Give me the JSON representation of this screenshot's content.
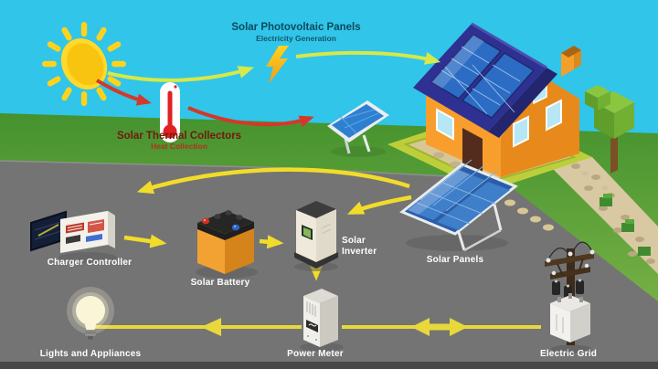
{
  "diagram": {
    "pv": {
      "title": "Solar Photovoltaic Panels",
      "subtitle": "Electricity Generation"
    },
    "thermal": {
      "title": "Solar Thermal Collectors",
      "subtitle": "Heat Collection"
    },
    "nodes": {
      "charger_controller": "Charger Controller",
      "solar_battery": "Solar Battery",
      "solar_inverter": {
        "line1": "Solar",
        "line2": "Inverter"
      },
      "solar_panels": "Solar Panels",
      "power_meter": "Power Meter",
      "lights_appliances": "Lights and Appliances",
      "electric_grid": "Electric Grid"
    },
    "colors": {
      "sky": "#31c5e9",
      "grass": "#4d9733",
      "road": "#747474",
      "arrow_yellow": "#f2dc2a",
      "arrow_lime": "#d6e84a",
      "arrow_red": "#d4382a",
      "pv_label": "#0b4a5c",
      "thermal_label": "#701a0e",
      "node_label": "#ffffff",
      "house_wall": "#f89e2d",
      "roof": "#2e3192",
      "panel_blue": "#2c5ea8",
      "battery_orange": "#f2a233"
    }
  }
}
